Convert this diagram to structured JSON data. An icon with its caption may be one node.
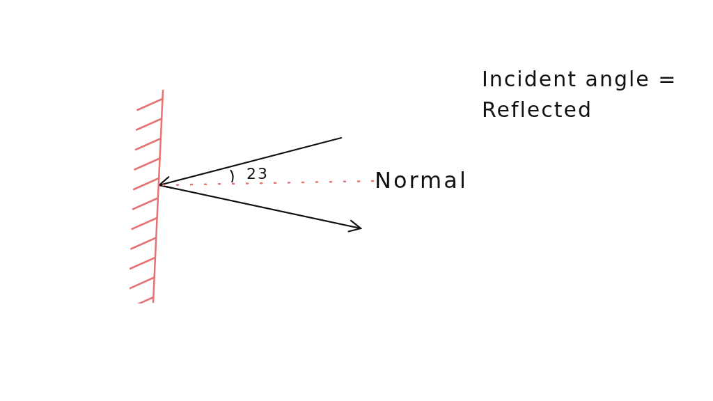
{
  "diagram": {
    "nodes": [
      {
        "text": [],
        "shape": "bar"
      },
      {
        "text": [
          "Normal"
        ]
      }
    ],
    "edges": [
      {
        "from": null,
        "to": 0,
        "arrow": "to"
      },
      {
        "from": 0,
        "to": null,
        "arrow": "to"
      },
      {
        "from": 1,
        "to": 0,
        "arrow": "none",
        "style": "dashed",
        "color": "#e57373"
      }
    ],
    "labels": [
      "Incident angle = Reflected",
      "23"
    ]
  }
}
